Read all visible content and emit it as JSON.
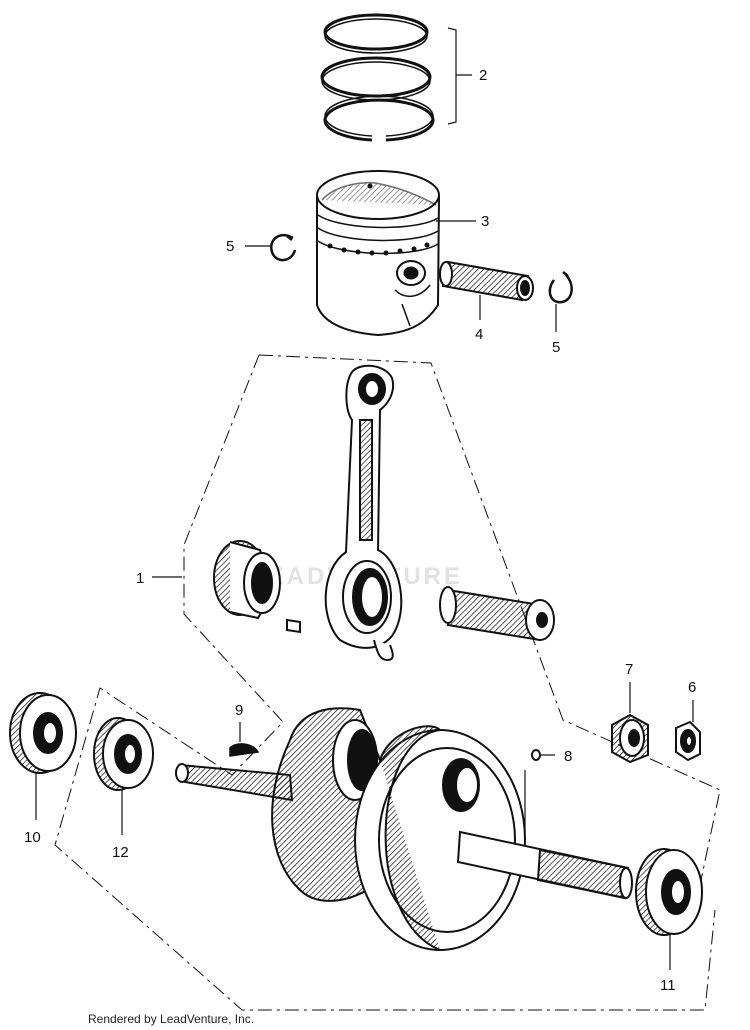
{
  "diagram": {
    "callouts": {
      "c1": "1",
      "c2": "2",
      "c3": "3",
      "c4": "4",
      "c5a": "5",
      "c5b": "5",
      "c6": "6",
      "c7": "7",
      "c8": "8",
      "c9": "9",
      "c10": "10",
      "c11": "11",
      "c12": "12"
    },
    "watermark": "LEADVENTURE",
    "footer": "Rendered by LeadVenture, Inc."
  },
  "colors": {
    "ink": "#111111",
    "paper": "#ffffff",
    "watermark": "#e2e2e2"
  }
}
